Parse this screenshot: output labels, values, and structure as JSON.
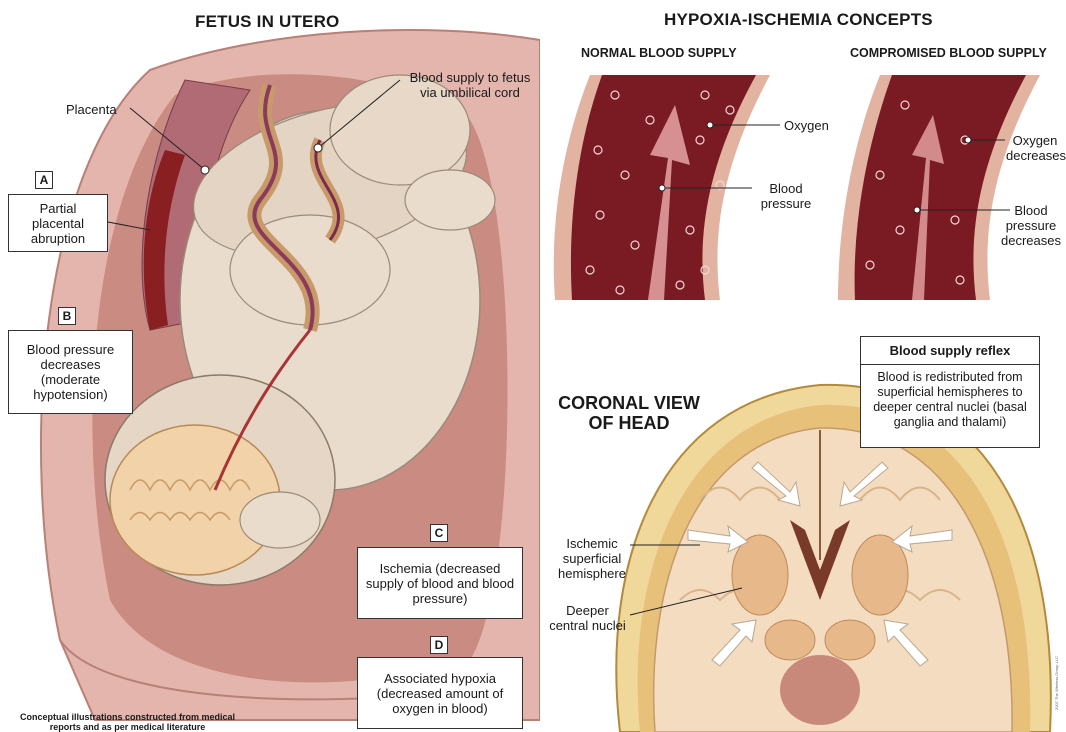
{
  "left": {
    "title": "FETUS IN UTERO",
    "labels": {
      "placenta": "Placenta",
      "blood_supply": "Blood supply to fetus\nvia umbilical cord"
    },
    "callouts": {
      "a": {
        "letter": "A",
        "text": "Partial placental abruption"
      },
      "b": {
        "letter": "B",
        "text": "Blood pressure decreases (moderate hypotension)"
      },
      "c": {
        "letter": "C",
        "text": "Ischemia (decreased supply of blood and blood pressure)"
      },
      "d": {
        "letter": "D",
        "text": "Associated hypoxia (decreased amount of oxygen in blood)"
      }
    },
    "footnote": "Conceptual illustrations constructed from medical reports and as per medical literature"
  },
  "right": {
    "title": "HYPOXIA-ISCHEMIA CONCEPTS",
    "normal": {
      "subtitle": "NORMAL BLOOD SUPPLY",
      "oxygen": "Oxygen",
      "pressure": "Blood pressure"
    },
    "compromised": {
      "subtitle": "COMPROMISED BLOOD SUPPLY",
      "oxygen": "Oxygen decreases",
      "pressure": "Blood pressure decreases"
    },
    "coronal": {
      "title": "CORONAL VIEW OF HEAD",
      "ischemic": "Ischemic superficial hemisphere",
      "deeper": "Deeper central nuclei"
    },
    "reflex": {
      "heading": "Blood supply reflex",
      "text": "Blood is redistributed from superficial hemispheres to deeper central nuclei (basal ganglia and thalami)"
    },
    "copyright": "2007 The Wireless Group LLC"
  },
  "colors": {
    "vessel_wall": "#d89b8a",
    "vessel_blood": "#7a1a22",
    "flow_arrow": "#e8a6a6",
    "skin": "#e9dccd",
    "uterus": "#d9a7a0",
    "skull": "#f0d79a",
    "brain": "#f4dcc0"
  }
}
